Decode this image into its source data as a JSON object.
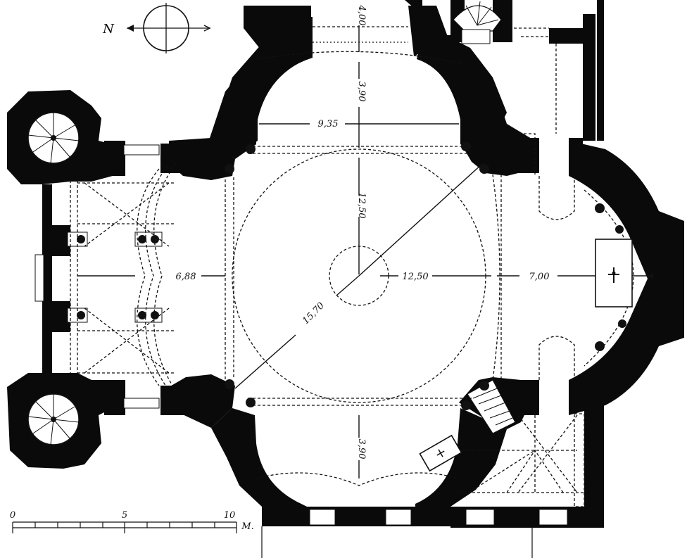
{
  "compass": {
    "label": "N"
  },
  "dimensions": {
    "top_width": "4,00",
    "north_arm_depth": "3,90",
    "north_arm_width": "9,35",
    "dome_vertical": "12,50",
    "dome_horizontal": "12,50",
    "west_bay": "6,88",
    "apse": "7,00",
    "diagonal": "15,70",
    "south_arm_depth": "3,90"
  },
  "scale_bar": {
    "tick_labels": [
      "0",
      "5",
      "10"
    ],
    "unit": "M."
  }
}
